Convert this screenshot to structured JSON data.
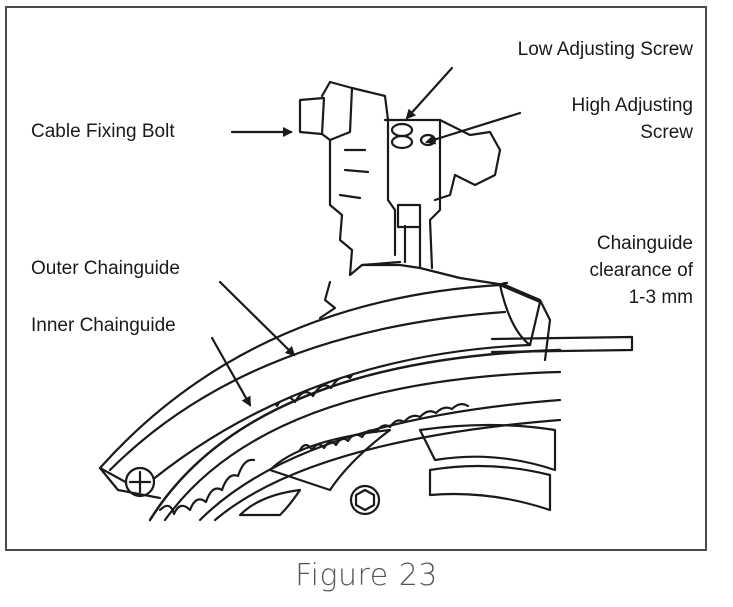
{
  "labels": {
    "low_adjusting_screw": "Low Adjusting Screw",
    "high_adjusting_screw_line1": "High Adjusting",
    "high_adjusting_screw_line2": "Screw",
    "cable_fixing_bolt": "Cable Fixing Bolt",
    "chainguide_clearance_line1": "Chainguide",
    "chainguide_clearance_line2": "clearance of",
    "chainguide_clearance_line3": "1-3 mm",
    "outer_chainguide": "Outer Chainguide",
    "inner_chainguide": "Inner Chainguide"
  },
  "caption": "Figure 23",
  "colors": {
    "ink": "#1a1a1a",
    "frame": "#4a4a4a",
    "caption": "#555555"
  }
}
